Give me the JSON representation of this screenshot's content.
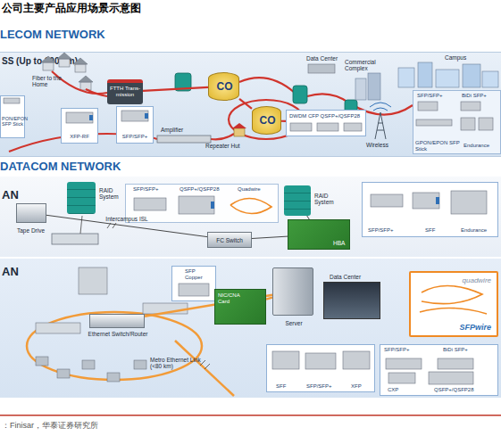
{
  "diagram": {
    "title": "公司主要产品应用场景示意图",
    "caption": "：Finisar，华泰证券研究所",
    "nodes": [
      {
        "text": [
          "SS (Up to 100 km)"
        ]
      },
      {
        "text": [
          "FTTH Trans-mission"
        ],
        "in": 0
      },
      {
        "text": [
          "CO"
        ],
        "in": 0
      },
      {
        "text": [
          "CO"
        ],
        "in": 0
      },
      {
        "text": [
          "PON/EPON SFP Stick"
        ],
        "in": 0
      },
      {
        "text": [
          "XFP-RF"
        ],
        "in": 0
      },
      {
        "text": [
          "SFP/SFP+"
        ],
        "in": 0
      },
      {
        "text": [
          "DWDM CFP QSFP+/QSFP28"
        ],
        "in": 0
      },
      {
        "text": [
          "SFP/SFP+",
          "BiDi SFP+",
          "GPON/EPON SFP Stick",
          "Endurance"
        ],
        "in": 0
      },
      {
        "text": [
          "AN"
        ]
      },
      {
        "text": [
          "RAID System"
        ],
        "in": 9
      },
      {
        "text": [
          "Tape Drive"
        ],
        "in": 9
      },
      {
        "text": [
          "SFP/SFP+",
          "QSFP+/QSFP28",
          "Quadwire"
        ],
        "in": 9
      },
      {
        "text": [
          "FC Switch"
        ],
        "in": 9
      },
      {
        "text": [
          "RAID System"
        ],
        "in": 9
      },
      {
        "text": [
          "HBA"
        ],
        "in": 9
      },
      {
        "text": [
          "SFP/SFP+",
          "SFF",
          "Endurance"
        ],
        "in": 9
      },
      {
        "text": [
          "AN"
        ]
      },
      {
        "text": [
          "Ethernet Switch/Router"
        ],
        "in": 17
      },
      {
        "text": [
          "SFP Copper"
        ],
        "in": 17
      },
      {
        "text": [
          "NIC/CNA Card"
        ],
        "in": 17
      },
      {
        "text": [
          "Server"
        ],
        "in": 17
      },
      {
        "text": [
          "Data Center"
        ],
        "in": 17
      },
      {
        "text": [
          "quadwire",
          "SFPwire"
        ],
        "in": 17
      },
      {
        "text": [
          "SFF",
          "SFP/SFP+",
          "XFP"
        ],
        "in": 17
      },
      {
        "text": [
          "SFP/SFP+",
          "BiDi SFP+",
          "CXP",
          "QSFP+/QSFP28"
        ],
        "in": 17
      }
    ],
    "edges": [
      {
        "from": 1,
        "to": 2,
        "arrow": "none"
      },
      {
        "from": 2,
        "to": 3,
        "arrow": "none"
      },
      {
        "from": 3,
        "to": 7,
        "arrow": "none"
      },
      {
        "from": 11,
        "to": 13,
        "label": "Intercampus ISL",
        "arrow": "none"
      },
      {
        "from": 13,
        "to": 15,
        "arrow": "none"
      },
      {
        "from": 14,
        "to": 15,
        "arrow": "none"
      },
      {
        "from": 18,
        "to": 21,
        "arrow": "none"
      },
      {
        "from": 20,
        "to": 21,
        "arrow": "none"
      }
    ],
    "labels": [
      "LECOM NETWORK",
      "Fiber to the Home",
      "Amplifier",
      "Repeater Hut",
      "Data Center",
      "Commercial Complex",
      "Campus",
      "Wireless",
      "DATACOM NETWORK",
      "Metro Ethernet Link (<80 km)"
    ]
  }
}
